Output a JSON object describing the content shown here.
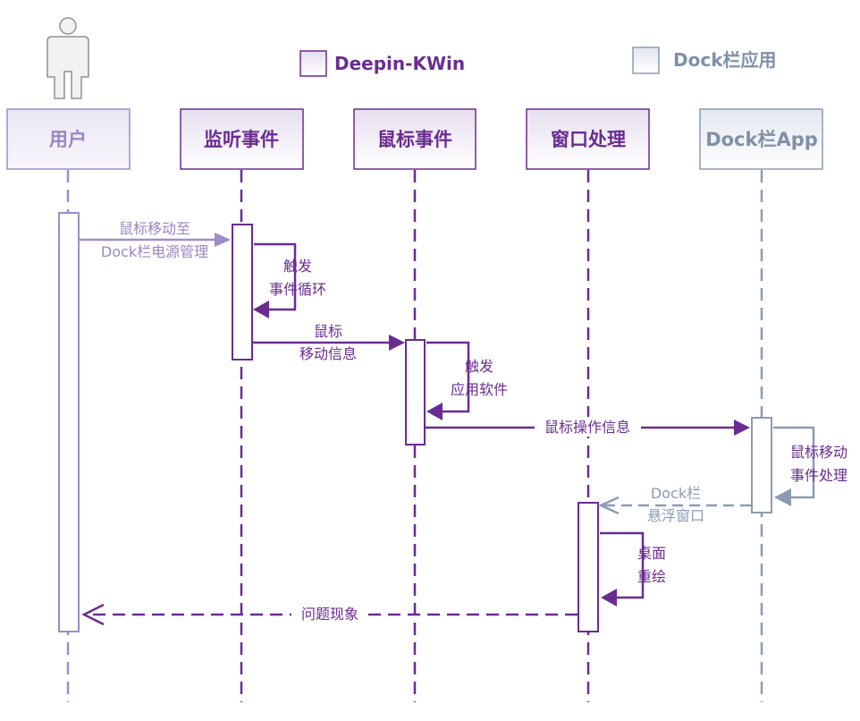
{
  "legend": {
    "kwin_label": "Deepin-KWin",
    "dock_label": "Dock栏应用"
  },
  "participants": {
    "user": "用户",
    "listen": "监听事件",
    "mouse": "鼠标事件",
    "window": "窗口处理",
    "dock": "Dock栏App"
  },
  "messages": {
    "m1_line1": "鼠标移动至",
    "m1_line2": "Dock栏电源管理",
    "m2_line1": "触发",
    "m2_line2": "事件循环",
    "m3_line1": "鼠标",
    "m3_line2": "移动信息",
    "m4_line1": "触发",
    "m4_line2": "应用软件",
    "m5": "鼠标操作信息",
    "m6_line1": "鼠标移动",
    "m6_line2": "事件处理",
    "m7_line1": "Dock栏",
    "m7_line2": "悬浮窗口",
    "m8_line1": "桌面",
    "m8_line2": "重绘",
    "m9": "问题现象"
  },
  "colors": {
    "kwin_purple": "#6a2c91",
    "user_lavender": "#a08cc8",
    "dock_gray": "#8a9cb4"
  }
}
